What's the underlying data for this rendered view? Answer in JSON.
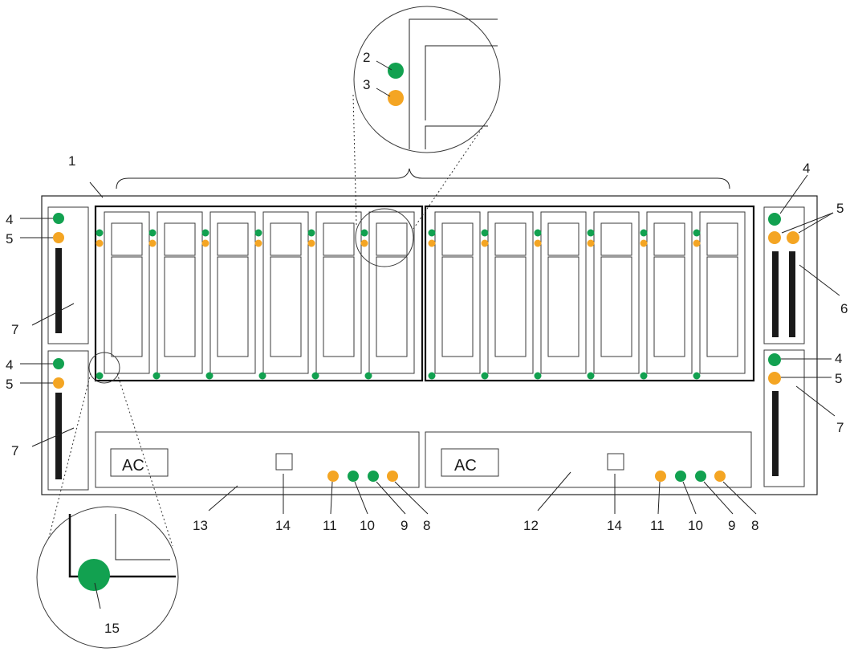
{
  "colors": {
    "green_led": "#12a150",
    "amber_led": "#f4a523",
    "outline": "#222222"
  },
  "power_supply_label": "AC",
  "callouts": {
    "c1": "1",
    "c2": "2",
    "c3": "3",
    "c4": "4",
    "c5": "5",
    "c6": "6",
    "c7": "7",
    "c8": "8",
    "c9": "9",
    "c10": "10",
    "c11": "11",
    "c12": "12",
    "c13": "13",
    "c14": "14",
    "c15": "15"
  }
}
